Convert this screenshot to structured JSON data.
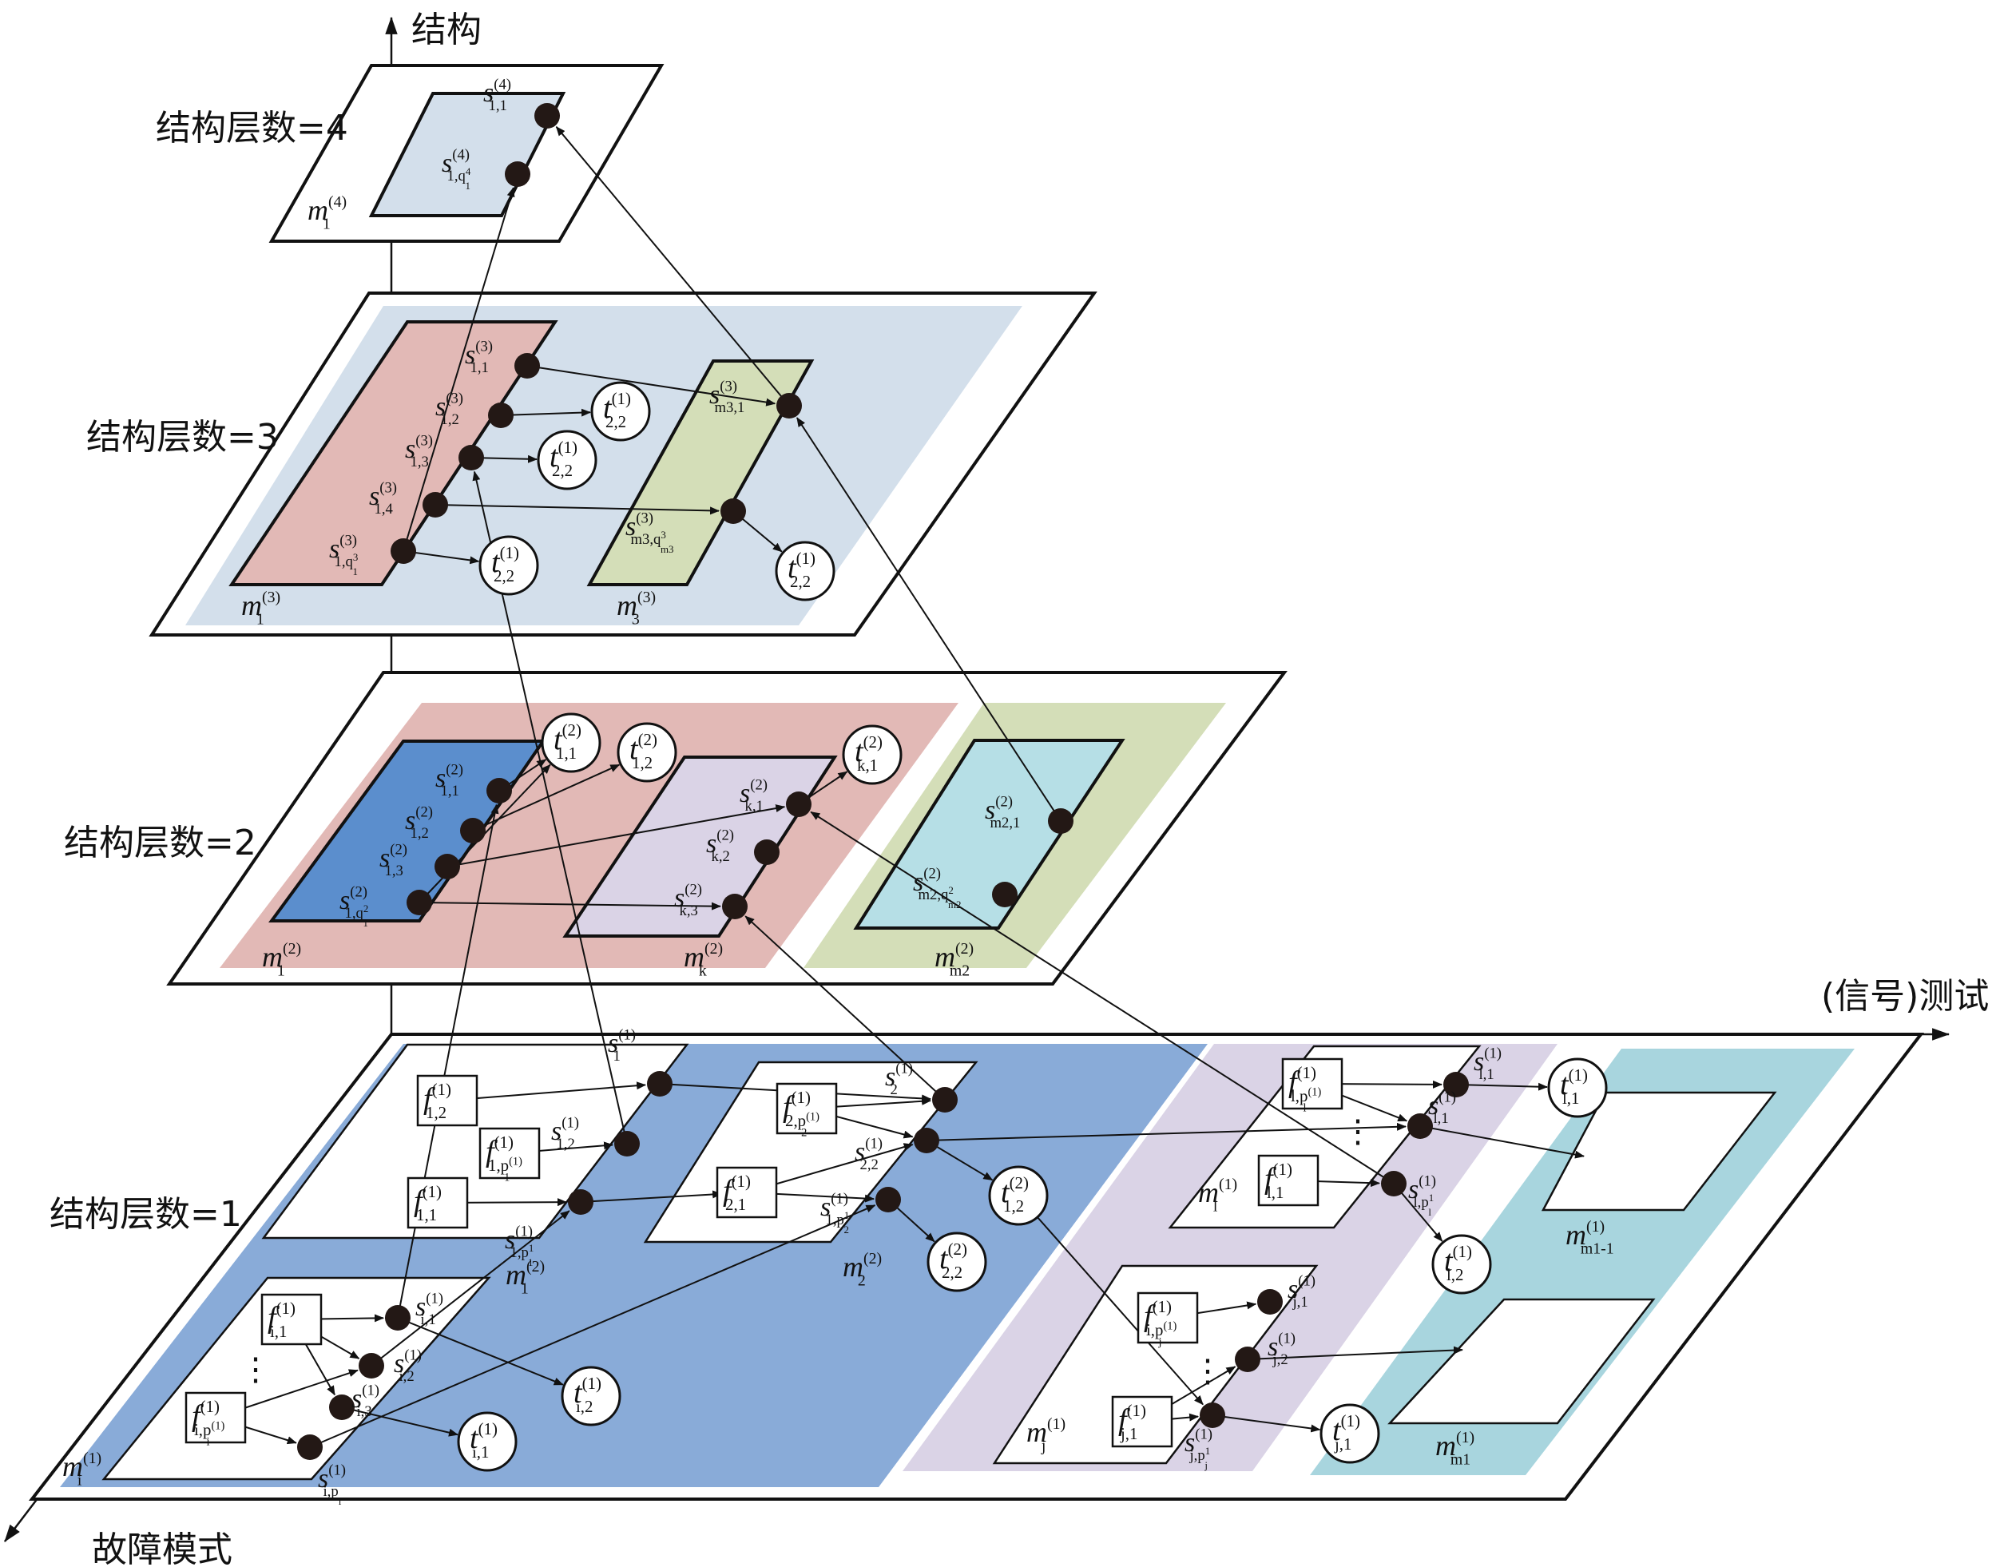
{
  "axes": {
    "vertical": "结构",
    "horizontal": "(信号)测试",
    "diagonal": "故障模式"
  },
  "levels": [
    {
      "id": "l4",
      "label": "结构层数=4"
    },
    {
      "id": "l3",
      "label": "结构层数=3"
    },
    {
      "id": "l2",
      "label": "结构层数=2"
    },
    {
      "id": "l1",
      "label": "结构层数=1"
    }
  ],
  "colors": {
    "blue_light": "#d3dfeb",
    "pink": "#e2b9b6",
    "green": "#d4deb8",
    "blue_mid": "#5b8ecd",
    "blue_block": "#89abd8",
    "lavender": "#dad3e6",
    "cyan": "#a8d5de",
    "cyan_block": "#b6dfe6",
    "node": "#231815"
  },
  "modules": {
    "m1_4": {
      "base": "m",
      "sub": "1",
      "sup": "(4)"
    },
    "m1_3": {
      "base": "m",
      "sub": "1",
      "sup": "(3)"
    },
    "m3_3": {
      "base": "m",
      "sub": "3",
      "sup": "(3)"
    },
    "m1_2": {
      "base": "m",
      "sub": "1",
      "sup": "(2)"
    },
    "mk_2": {
      "base": "m",
      "sub": "k",
      "sup": "(2)"
    },
    "mm2_2": {
      "base": "m",
      "sub": "m2",
      "sup": "(2)"
    },
    "m1_1": {
      "base": "m",
      "sub": "1",
      "sup": "(2)"
    },
    "m2_1": {
      "base": "m",
      "sub": "2",
      "sup": "(2)"
    },
    "mi_1": {
      "base": "m",
      "sub": "i",
      "sup": "(1)"
    },
    "ml_1": {
      "base": "m",
      "sub": "l",
      "sup": "(1)"
    },
    "mj_1": {
      "base": "m",
      "sub": "j",
      "sup": "(1)"
    },
    "mm1m1_1": {
      "base": "m",
      "sub": "m1-1",
      "sup": "(1)"
    },
    "mm1_1": {
      "base": "m",
      "sub": "m1",
      "sup": "(1)"
    }
  },
  "signals": {
    "s11_4": {
      "base": "s",
      "sub": "1,1",
      "sup": "(4)"
    },
    "s1q_4": {
      "base": "s",
      "sub": "1,q",
      "subsup": "4",
      "subsub": "1",
      "sup": "(4)"
    },
    "s11_3": {
      "base": "s",
      "sub": "1,1",
      "sup": "(3)"
    },
    "s12_3": {
      "base": "s",
      "sub": "1,2",
      "sup": "(3)"
    },
    "s13_3": {
      "base": "s",
      "sub": "1,3",
      "sup": "(3)"
    },
    "s14_3": {
      "base": "s",
      "sub": "1,4",
      "sup": "(3)"
    },
    "s1q_3": {
      "base": "s",
      "sub": "1,q",
      "subsup": "3",
      "subsub": "1",
      "sup": "(3)"
    },
    "sm31_3": {
      "base": "s",
      "sub": "m3,1",
      "sup": "(3)"
    },
    "sm3q_3": {
      "base": "s",
      "sub": "m3,q",
      "subsup": "3",
      "subsub": "m3",
      "sup": "(3)"
    },
    "s11_2": {
      "base": "s",
      "sub": "1,1",
      "sup": "(2)"
    },
    "s12_2": {
      "base": "s",
      "sub": "1,2",
      "sup": "(2)"
    },
    "s13_2": {
      "base": "s",
      "sub": "1,3",
      "sup": "(2)"
    },
    "s1q_2": {
      "base": "s",
      "sub": "1,q",
      "subsup": "2",
      "subsub": "1",
      "sup": "(2)"
    },
    "sk1_2": {
      "base": "s",
      "sub": "k,1",
      "sup": "(2)"
    },
    "sk2_2": {
      "base": "s",
      "sub": "k,2",
      "sup": "(2)"
    },
    "sk3_2": {
      "base": "s",
      "sub": "k,3",
      "sup": "(2)"
    },
    "sm21_2": {
      "base": "s",
      "sub": "m2,1",
      "sup": "(2)"
    },
    "sm2q_2": {
      "base": "s",
      "sub": "m2,q",
      "subsup": "2",
      "subsub": "m2",
      "sup": "(2)"
    },
    "sA_1": {
      "base": "s",
      "sub": "1",
      "sup": "(1)"
    },
    "sB_1": {
      "base": "s",
      "sub": "1,2",
      "sup": "(1)"
    },
    "sC_1": {
      "base": "s",
      "sub": "1,p",
      "subsup": "1",
      "subsub": "1",
      "sup": "(1)"
    },
    "sD_1": {
      "base": "s",
      "sub": "2",
      "sup": "(1)"
    },
    "sE_1": {
      "base": "s",
      "sub": "2,2",
      "sup": "(1)"
    },
    "sF_1": {
      "base": "s",
      "sub": "1,p",
      "subsup": "1",
      "subsub": "2",
      "sup": "(1)"
    },
    "si1_1": {
      "base": "s",
      "sub": "i,1",
      "sup": "(1)"
    },
    "si2_1": {
      "base": "s",
      "sub": "i,2",
      "sup": "(1)"
    },
    "si3_1": {
      "base": "s",
      "sub": "i,3",
      "sup": "(1)"
    },
    "sip_1": {
      "base": "s",
      "sub": "i,p",
      "subsub": "i",
      "sup": "(1)"
    },
    "sl1_1": {
      "base": "s",
      "sub": "l,1",
      "sup": "(1)"
    },
    "sl1b_1": {
      "base": "s",
      "sub": "l,1",
      "sup": "(1)"
    },
    "slp_1": {
      "base": "s",
      "sub": "l,p",
      "subsup": "1",
      "subsub": "l",
      "sup": "(1)"
    },
    "sj1_1": {
      "base": "s",
      "sub": "j,1",
      "sup": "(1)"
    },
    "sj2_1": {
      "base": "s",
      "sub": "j,2",
      "sup": "(1)"
    },
    "sjp_1": {
      "base": "s",
      "sub": "j,p",
      "subsup": "1",
      "subsub": "j",
      "sup": "(1)"
    }
  },
  "tests": {
    "t22a": {
      "base": "t",
      "sub": "2,2",
      "sup": "(1)"
    },
    "t22b": {
      "base": "t",
      "sub": "2,2",
      "sup": "(1)"
    },
    "t22c": {
      "base": "t",
      "sub": "2,2",
      "sup": "(1)"
    },
    "t22d": {
      "base": "t",
      "sub": "2,2",
      "sup": "(1)"
    },
    "t11_2": {
      "base": "t",
      "sub": "1,1",
      "sup": "(2)"
    },
    "t12_2": {
      "base": "t",
      "sub": "1,2",
      "sup": "(2)"
    },
    "tk1_2": {
      "base": "t",
      "sub": "k,1",
      "sup": "(2)"
    },
    "t12b_2": {
      "base": "t",
      "sub": "1,2",
      "sup": "(2)"
    },
    "t22_2": {
      "base": "t",
      "sub": "2,2",
      "sup": "(2)"
    },
    "ti2_1": {
      "base": "t",
      "sub": "i,2",
      "sup": "(1)"
    },
    "ti1_1": {
      "base": "t",
      "sub": "i,1",
      "sup": "(1)"
    },
    "tl1_1": {
      "base": "t",
      "sub": "l,1",
      "sup": "(1)"
    },
    "tl2_1": {
      "base": "t",
      "sub": "l,2",
      "sup": "(1)"
    },
    "tj1_1": {
      "base": "t",
      "sub": "j,1",
      "sup": "(1)"
    }
  },
  "faults": {
    "f12": {
      "base": "f",
      "sub": "1,2",
      "sup": "(1)"
    },
    "f1p": {
      "base": "f",
      "sub": "1,p",
      "subsup": "(1)",
      "subsub": "1",
      "sup": "(1)"
    },
    "f11": {
      "base": "f",
      "sub": "1,1",
      "sup": "(1)"
    },
    "f2p": {
      "base": "f",
      "sub": "2,p",
      "subsup": "(1)",
      "subsub": "2",
      "sup": "(1)"
    },
    "f21": {
      "base": "f",
      "sub": "2,1",
      "sup": "(1)"
    },
    "fi1": {
      "base": "f",
      "sub": "i,1",
      "sup": "(1)"
    },
    "fip": {
      "base": "f",
      "sub": "i,p",
      "subsup": "(1)",
      "subsub": "i",
      "sup": "(1)"
    },
    "flp": {
      "base": "f",
      "sub": "l,p",
      "subsup": "(1)",
      "subsub": "l",
      "sup": "(1)"
    },
    "fl1": {
      "base": "f",
      "sub": "l,1",
      "sup": "(1)"
    },
    "fjp": {
      "base": "f",
      "sub": "i,p",
      "subsup": "(1)",
      "subsub": "j",
      "sup": "(1)"
    },
    "fj1": {
      "base": "f",
      "sub": "j,1",
      "sup": "(1)"
    }
  },
  "ellipsis": "⋮"
}
